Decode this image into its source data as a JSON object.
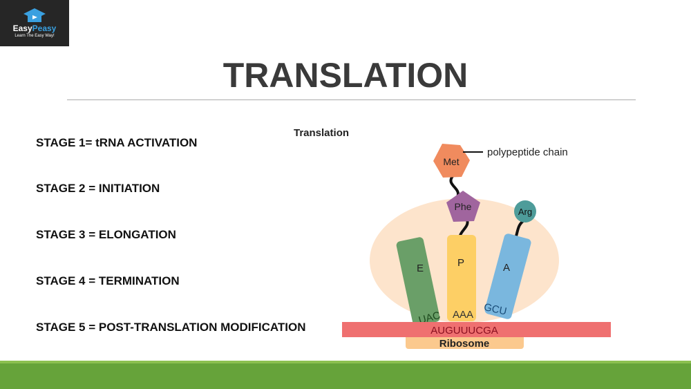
{
  "logo": {
    "brand_a": "Easy",
    "brand_b": "Peasy",
    "tagline": "Learn The Easy Way!"
  },
  "title": "TRANSLATION",
  "stages": [
    "STAGE 1= tRNA ACTIVATION",
    "STAGE 2 = INITIATION",
    "STAGE 3 = ELONGATION",
    "STAGE 4 = TERMINATION",
    "STAGE 5 = POST-TRANSLATION MODIFICATION"
  ],
  "diagram": {
    "title": "Translation",
    "met": "Met",
    "phe": "Phe",
    "arg": "Arg",
    "chain_label": "polypeptide chain",
    "site_e": "E",
    "site_p": "P",
    "site_a": "A",
    "anticodon_e": "UAC",
    "anticodon_p": "AAA",
    "anticodon_a": "GCU",
    "mrna": "AUGUUUCGA",
    "ribosome": "Ribosome"
  }
}
